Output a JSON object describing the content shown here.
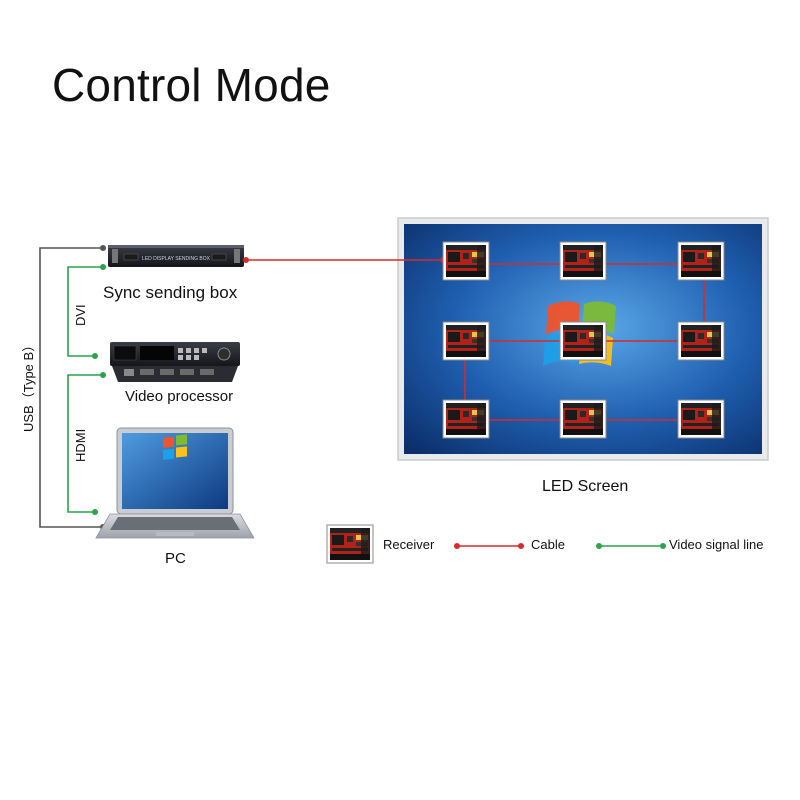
{
  "title": "Control Mode",
  "devices": {
    "sync_box": {
      "label": "Sync sending box",
      "faceplate": "LED DISPLAY SENDING BOX"
    },
    "video_processor": {
      "label": "Video processor"
    },
    "pc": {
      "label": "PC"
    }
  },
  "connections": {
    "usb": "USB（Type B）",
    "dvi": "DVI",
    "hdmi": "HDMI"
  },
  "screen": {
    "label": "LED Screen"
  },
  "legend": {
    "receiver": "Receiver",
    "cable": "Cable",
    "video_signal": "Video signal line"
  },
  "colors": {
    "cable": "#d62b2b",
    "video_signal": "#2aa34a",
    "usb_line": "#555555",
    "receiver_red": "#c8281e",
    "screen_blue": "#1f5fb0"
  }
}
